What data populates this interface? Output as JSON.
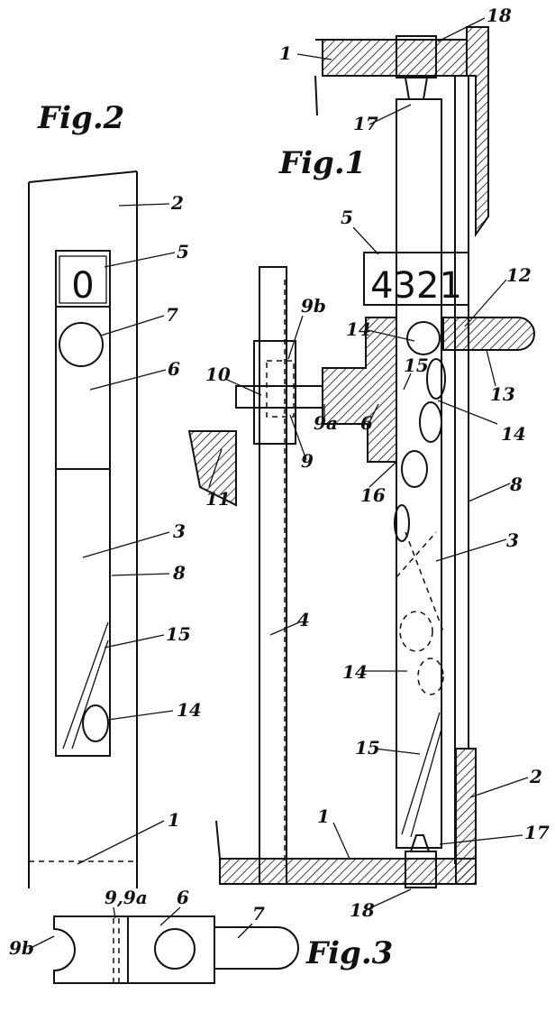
{
  "figures": {
    "fig1": {
      "title": "Fig.1",
      "counter": "4321"
    },
    "fig2": {
      "title": "Fig.2",
      "counter": "0"
    },
    "fig3": {
      "title": "Fig.3"
    }
  },
  "labels": {
    "fig1": [
      "1",
      "18",
      "17",
      "5",
      "12",
      "14",
      "13",
      "15",
      "14",
      "9b",
      "10",
      "9a",
      "6",
      "9",
      "11",
      "16",
      "8",
      "3",
      "4",
      "14",
      "15",
      "2",
      "1",
      "17",
      "18"
    ],
    "fig2": [
      "2",
      "5",
      "7",
      "6",
      "3",
      "8",
      "15",
      "14",
      "1"
    ],
    "fig3": [
      "9,9a",
      "6",
      "7",
      "9b"
    ]
  }
}
